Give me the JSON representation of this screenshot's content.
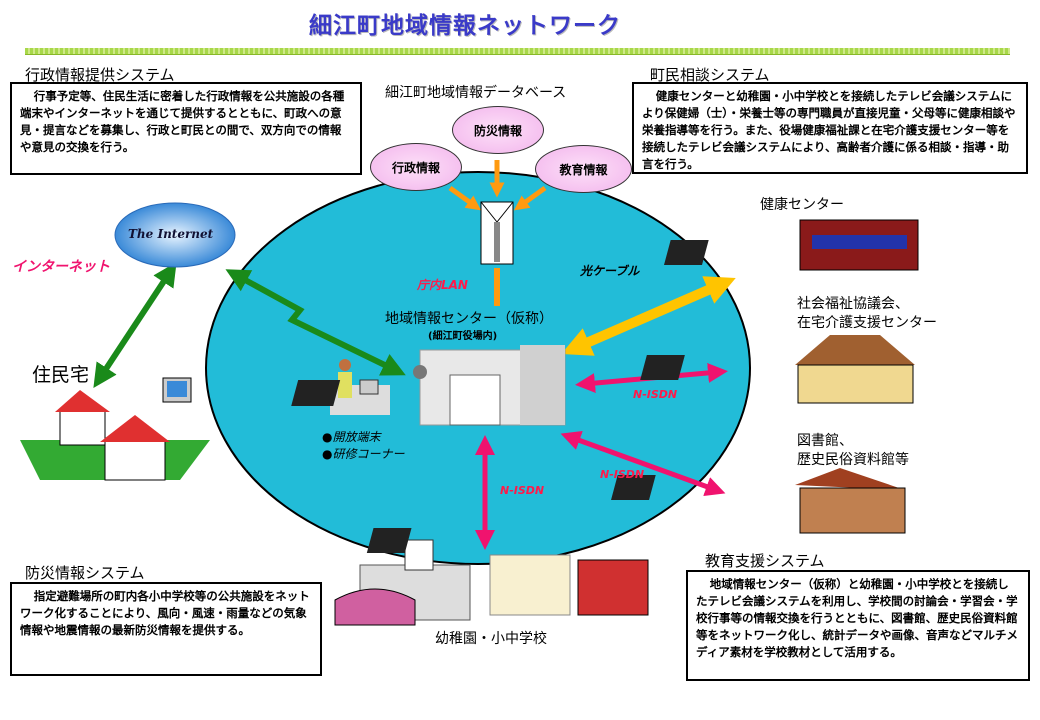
{
  "title": "細江町地域情報ネットワーク",
  "admin": {
    "heading": "行政情報提供システム",
    "body": "行事予定等、住民生活に密着した行政情報を公共施設の各種端末やインターネットを通じて提供するとともに、町政への意見・提言などを募集し、行政と町民との間で、双方向での情報や意見の交換を行う。"
  },
  "consult": {
    "heading": "町民相談システム",
    "body": "健康センターと幼稚園・小中学校とを接続したテレビ会議システムにより保健婦（士）・栄養士等の専門職員が直接児童・父母等に健康相談や栄養指導等を行う。また、役場健康福祉課と在宅介護支援センター等を接続したテレビ会議システムにより、高齢者介護に係る相談・指導・助言を行う。"
  },
  "disaster": {
    "heading": "防災情報システム",
    "body": "指定避難場所の町内各小中学校等の公共施設をネットワーク化することにより、風向・風速・雨量などの気象情報や地震情報の最新防災情報を提供する。"
  },
  "education": {
    "heading": "教育支援システム",
    "body": "地域情報センター（仮称）と幼稚園・小中学校とを接続したテレビ会議システムを利用し、学校間の討論会・学習会・学校行事等の情報交換を行うとともに、図書館、歴史民俗資料館等をネットワーク化し、統計データや画像、音声などマルチメディア素材を学校教材として活用する。"
  },
  "database": {
    "label": "細江町地域情報データベース",
    "items": [
      "防災情報",
      "行政情報",
      "教育情報"
    ]
  },
  "links": {
    "lan": "庁内LAN",
    "fiber": "光ケーブル",
    "isdn": "N-ISDN",
    "internet_label": "インターネット",
    "internet_globe": "The Internet"
  },
  "center": {
    "name": "地域情報センター（仮称）",
    "sub": "(細江町役場内)",
    "features": [
      "●開放端末",
      "●研修コーナー"
    ]
  },
  "nodes": {
    "homes": "住民宅",
    "health": "健康センター",
    "welfare": [
      "社会福祉協議会、",
      "在宅介護支援センター"
    ],
    "library": [
      "図書館、",
      "歴史民俗資料館等"
    ],
    "schools": "幼稚園・小中学校"
  },
  "colors": {
    "title": "#3a3ac8",
    "ellipse": "#22bcd8",
    "green": "#1a8a1a",
    "yellow": "#ffc400",
    "pink": "#f0136e",
    "orange": "#ff9a10"
  }
}
